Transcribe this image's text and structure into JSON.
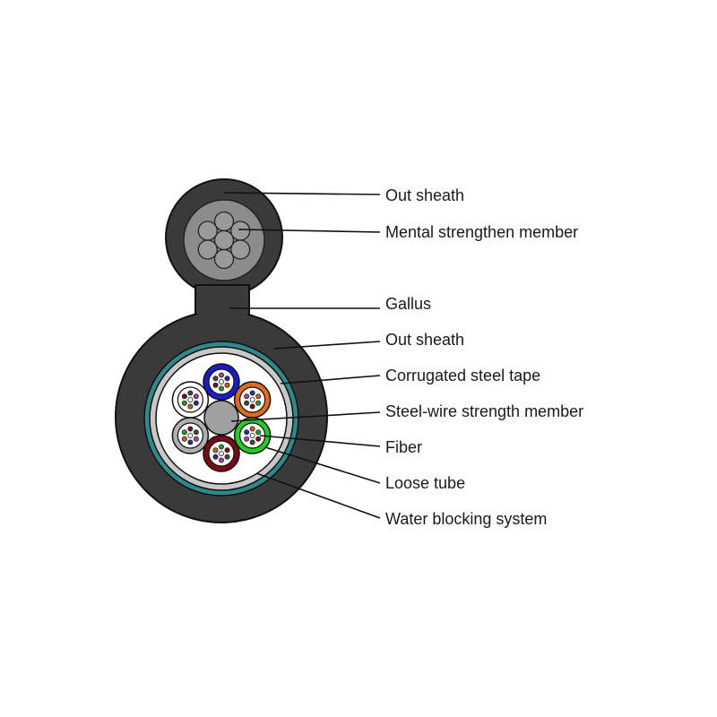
{
  "labels": [
    "Out sheath",
    "Mental strengthen member",
    "Gallus",
    "Out sheath",
    "Corrugated steel tape",
    "Steel-wire strength member",
    "Fiber",
    "Loose tube",
    "Water blocking system"
  ],
  "colors": {
    "sheath": "#3a3a3a",
    "messenger_core": "#8c8c8c",
    "messenger_wire": "#9a9a9a",
    "corrugated_tape": "#2e8a8a",
    "steel_tape_gray": "#c8c8c8",
    "filler": "#ffffff",
    "center_member": "#a0a0a0",
    "tube_blue": "#1a1ad0",
    "tube_orange": "#e06a20",
    "tube_green": "#20d020",
    "tube_brown": "#7a0a14",
    "tube_gray": "#b0b0b0",
    "tube_white": "#ffffff"
  },
  "loose_tubes": [
    {
      "color_key": "tube_blue",
      "name": "blue"
    },
    {
      "color_key": "tube_orange",
      "name": "orange"
    },
    {
      "color_key": "tube_green",
      "name": "green"
    },
    {
      "color_key": "tube_brown",
      "name": "brown"
    },
    {
      "color_key": "tube_gray",
      "name": "gray"
    },
    {
      "color_key": "tube_white",
      "name": "white"
    }
  ]
}
